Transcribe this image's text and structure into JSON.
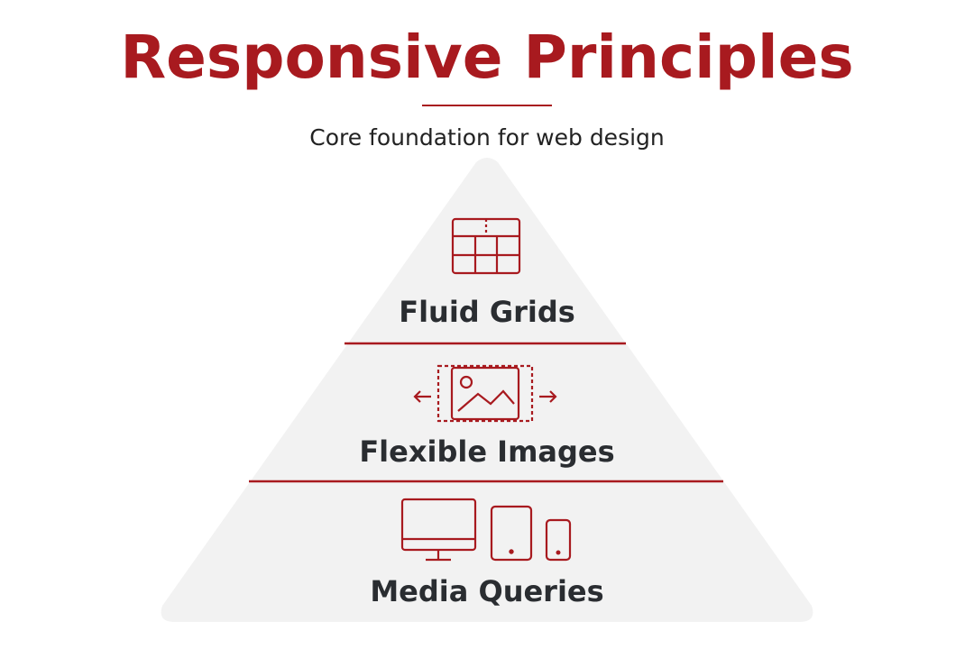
{
  "header": {
    "title": "Responsive Principles",
    "subtitle": "Core foundation for web design"
  },
  "colors": {
    "accent": "#a81a1f",
    "pyramid_fill": "#f2f2f2",
    "label_text": "#2a2d31"
  },
  "tiers": [
    {
      "label": "Fluid Grids",
      "icon": "grid-layout-icon"
    },
    {
      "label": "Flexible Images",
      "icon": "resizable-image-icon"
    },
    {
      "label": "Media Queries",
      "icon": "devices-icon"
    }
  ]
}
